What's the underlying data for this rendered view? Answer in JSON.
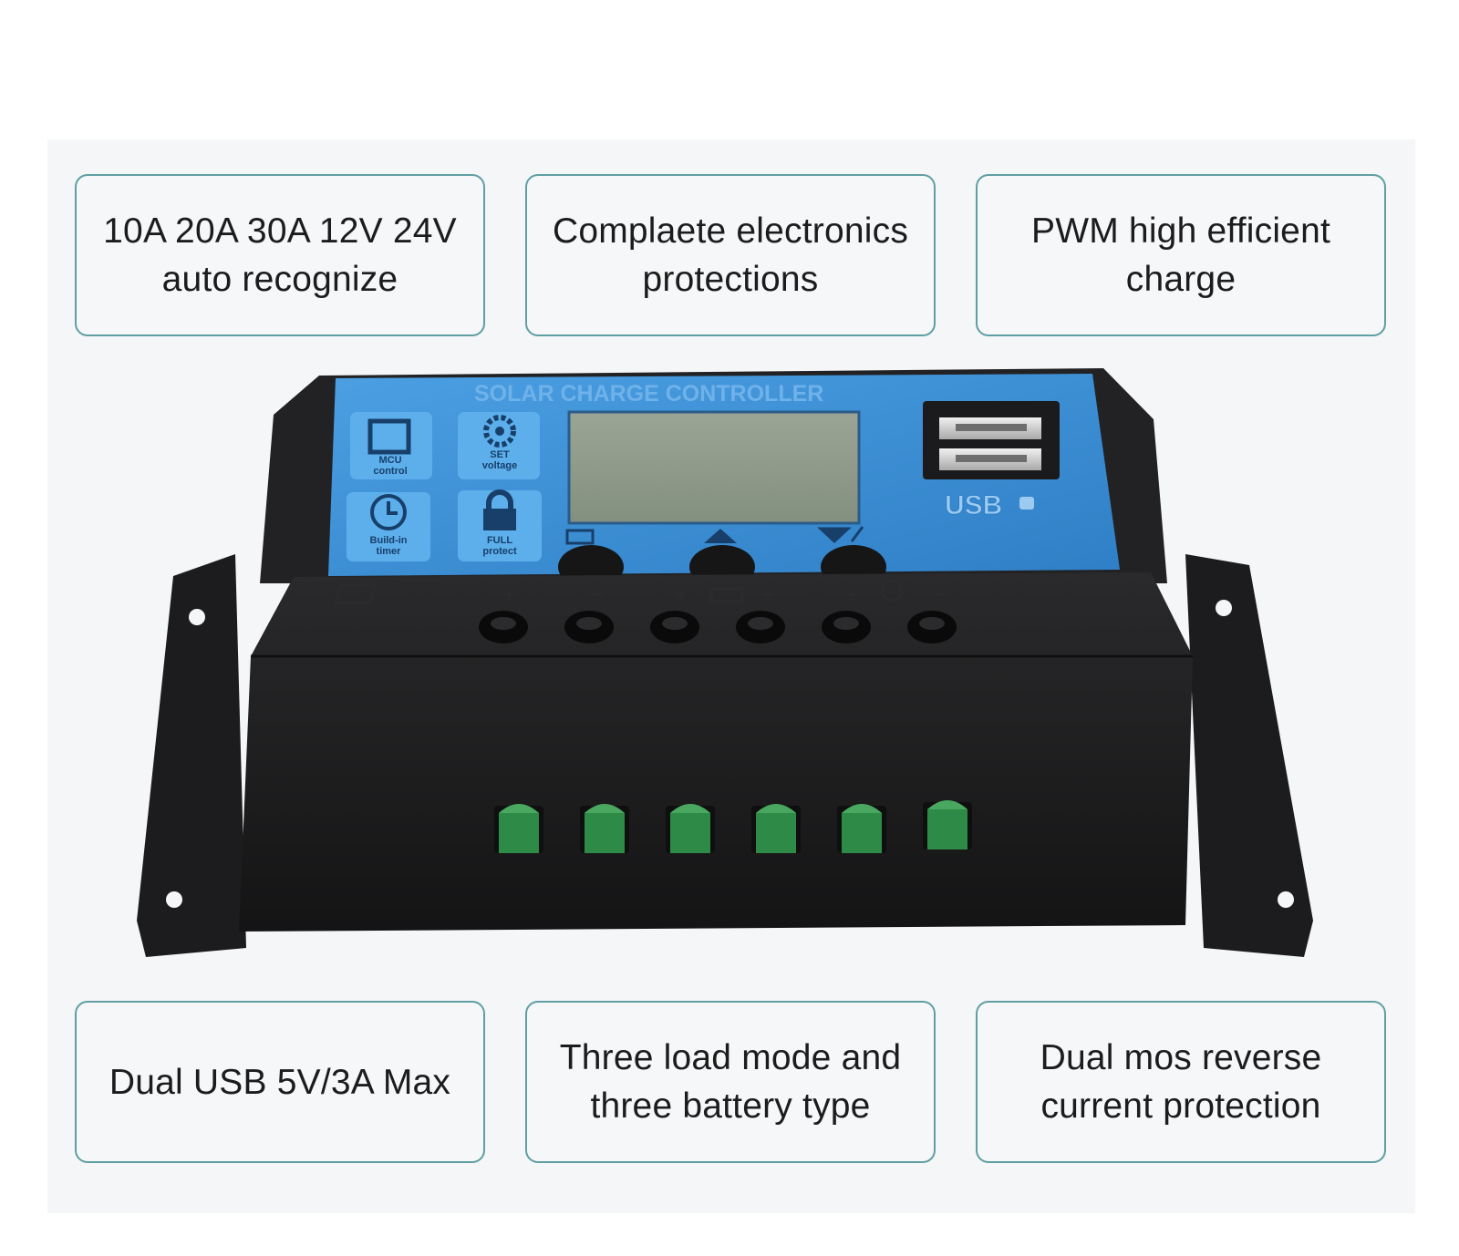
{
  "features": [
    {
      "text": "10A 20A 30A 12V 24V\nauto recognize"
    },
    {
      "text": "Complaete electronics\nprotections"
    },
    {
      "text": "PWM high efficient\ncharge"
    },
    {
      "text": "Dual USB 5V/3A Max"
    },
    {
      "text": "Three load mode and\nthree battery type"
    },
    {
      "text": "Dual mos reverse\ncurrent protection"
    }
  ],
  "device": {
    "title": "SOLAR CHARGE CONTROLLER",
    "usb_label": "USB",
    "icons": [
      {
        "label_1": "MCU",
        "label_2": "control",
        "icon": "chip-icon"
      },
      {
        "label_1": "SET",
        "label_2": "voltage",
        "icon": "gear-icon"
      },
      {
        "label_1": "Build-in",
        "label_2": "timer",
        "icon": "clock-icon"
      },
      {
        "label_1": "FULL",
        "label_2": "protect",
        "icon": "lock-icon"
      }
    ],
    "button_symbols": [
      "menu-icon",
      "up-arrow-icon",
      "down-arrow-icon"
    ],
    "terminal_groups": [
      "solar-panel-icon",
      "battery-icon",
      "bulb-icon"
    ],
    "colors": {
      "body": "#1b1b1d",
      "face": "#3b8fd6",
      "lcd": "#8f9b8a",
      "terminal_green": "#2d8a47"
    }
  }
}
